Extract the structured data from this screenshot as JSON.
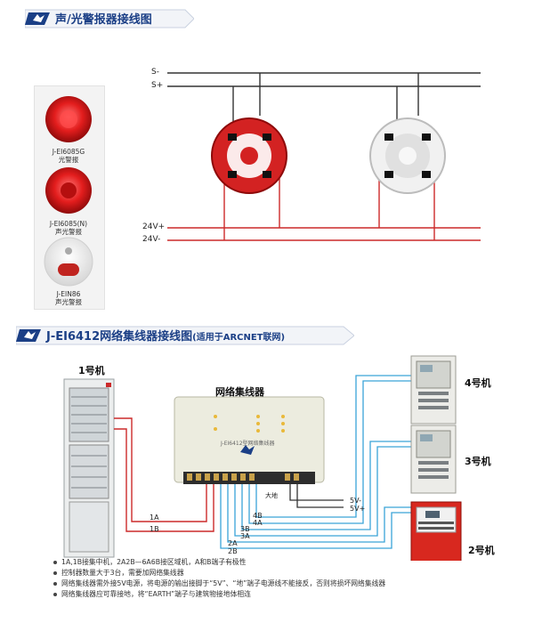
{
  "section1": {
    "title": "声/光警报器接线图",
    "bus_labels": {
      "s_minus": "S-",
      "s_plus": "S+",
      "p24_plus": "24V+",
      "p24_minus": "24V-"
    },
    "products": [
      {
        "model": "J-EI6085G",
        "name": "光警报"
      },
      {
        "model": "J-EI6085(N)",
        "name": "声光警报"
      },
      {
        "model": "J-EIN86",
        "name": "声光警报"
      }
    ]
  },
  "section2": {
    "title": "J-EI6412网络集线器接线图",
    "subtitle": "(适用于ARCNET联网)",
    "hub_label": "网络集线器",
    "hub_face_text": "J-EI6412型网络集线器",
    "machines": {
      "m1": "1号机",
      "m2": "2号机",
      "m3": "3号机",
      "m4": "4号机"
    },
    "wire_labels": {
      "a1": "1A",
      "b1": "1B",
      "a2": "2A",
      "b2": "2B",
      "a3": "3A",
      "b3": "3B",
      "a4": "4A",
      "b4": "4B",
      "v_minus": "5V-",
      "v_plus": "5V+",
      "ground": "大地"
    },
    "notes": [
      "1A,1B接集中机，2A2B—6A6B接区域机，A和B端子有极性",
      "控制器数量大于3台，需要加网络集线器",
      "网络集线器需外接5V电源，将电源的输出接脚于“5V”、“地”端子电源线不能接反，否则将损坏网络集线器",
      "网络集线器应可靠接地，将“EARTH”端子与建筑物接地体相连"
    ]
  },
  "colors": {
    "brand_blue": "#1b3f86",
    "wire_red": "#cc2a2a",
    "wire_blue": "#3aa3d8",
    "wire_black": "#333333"
  }
}
